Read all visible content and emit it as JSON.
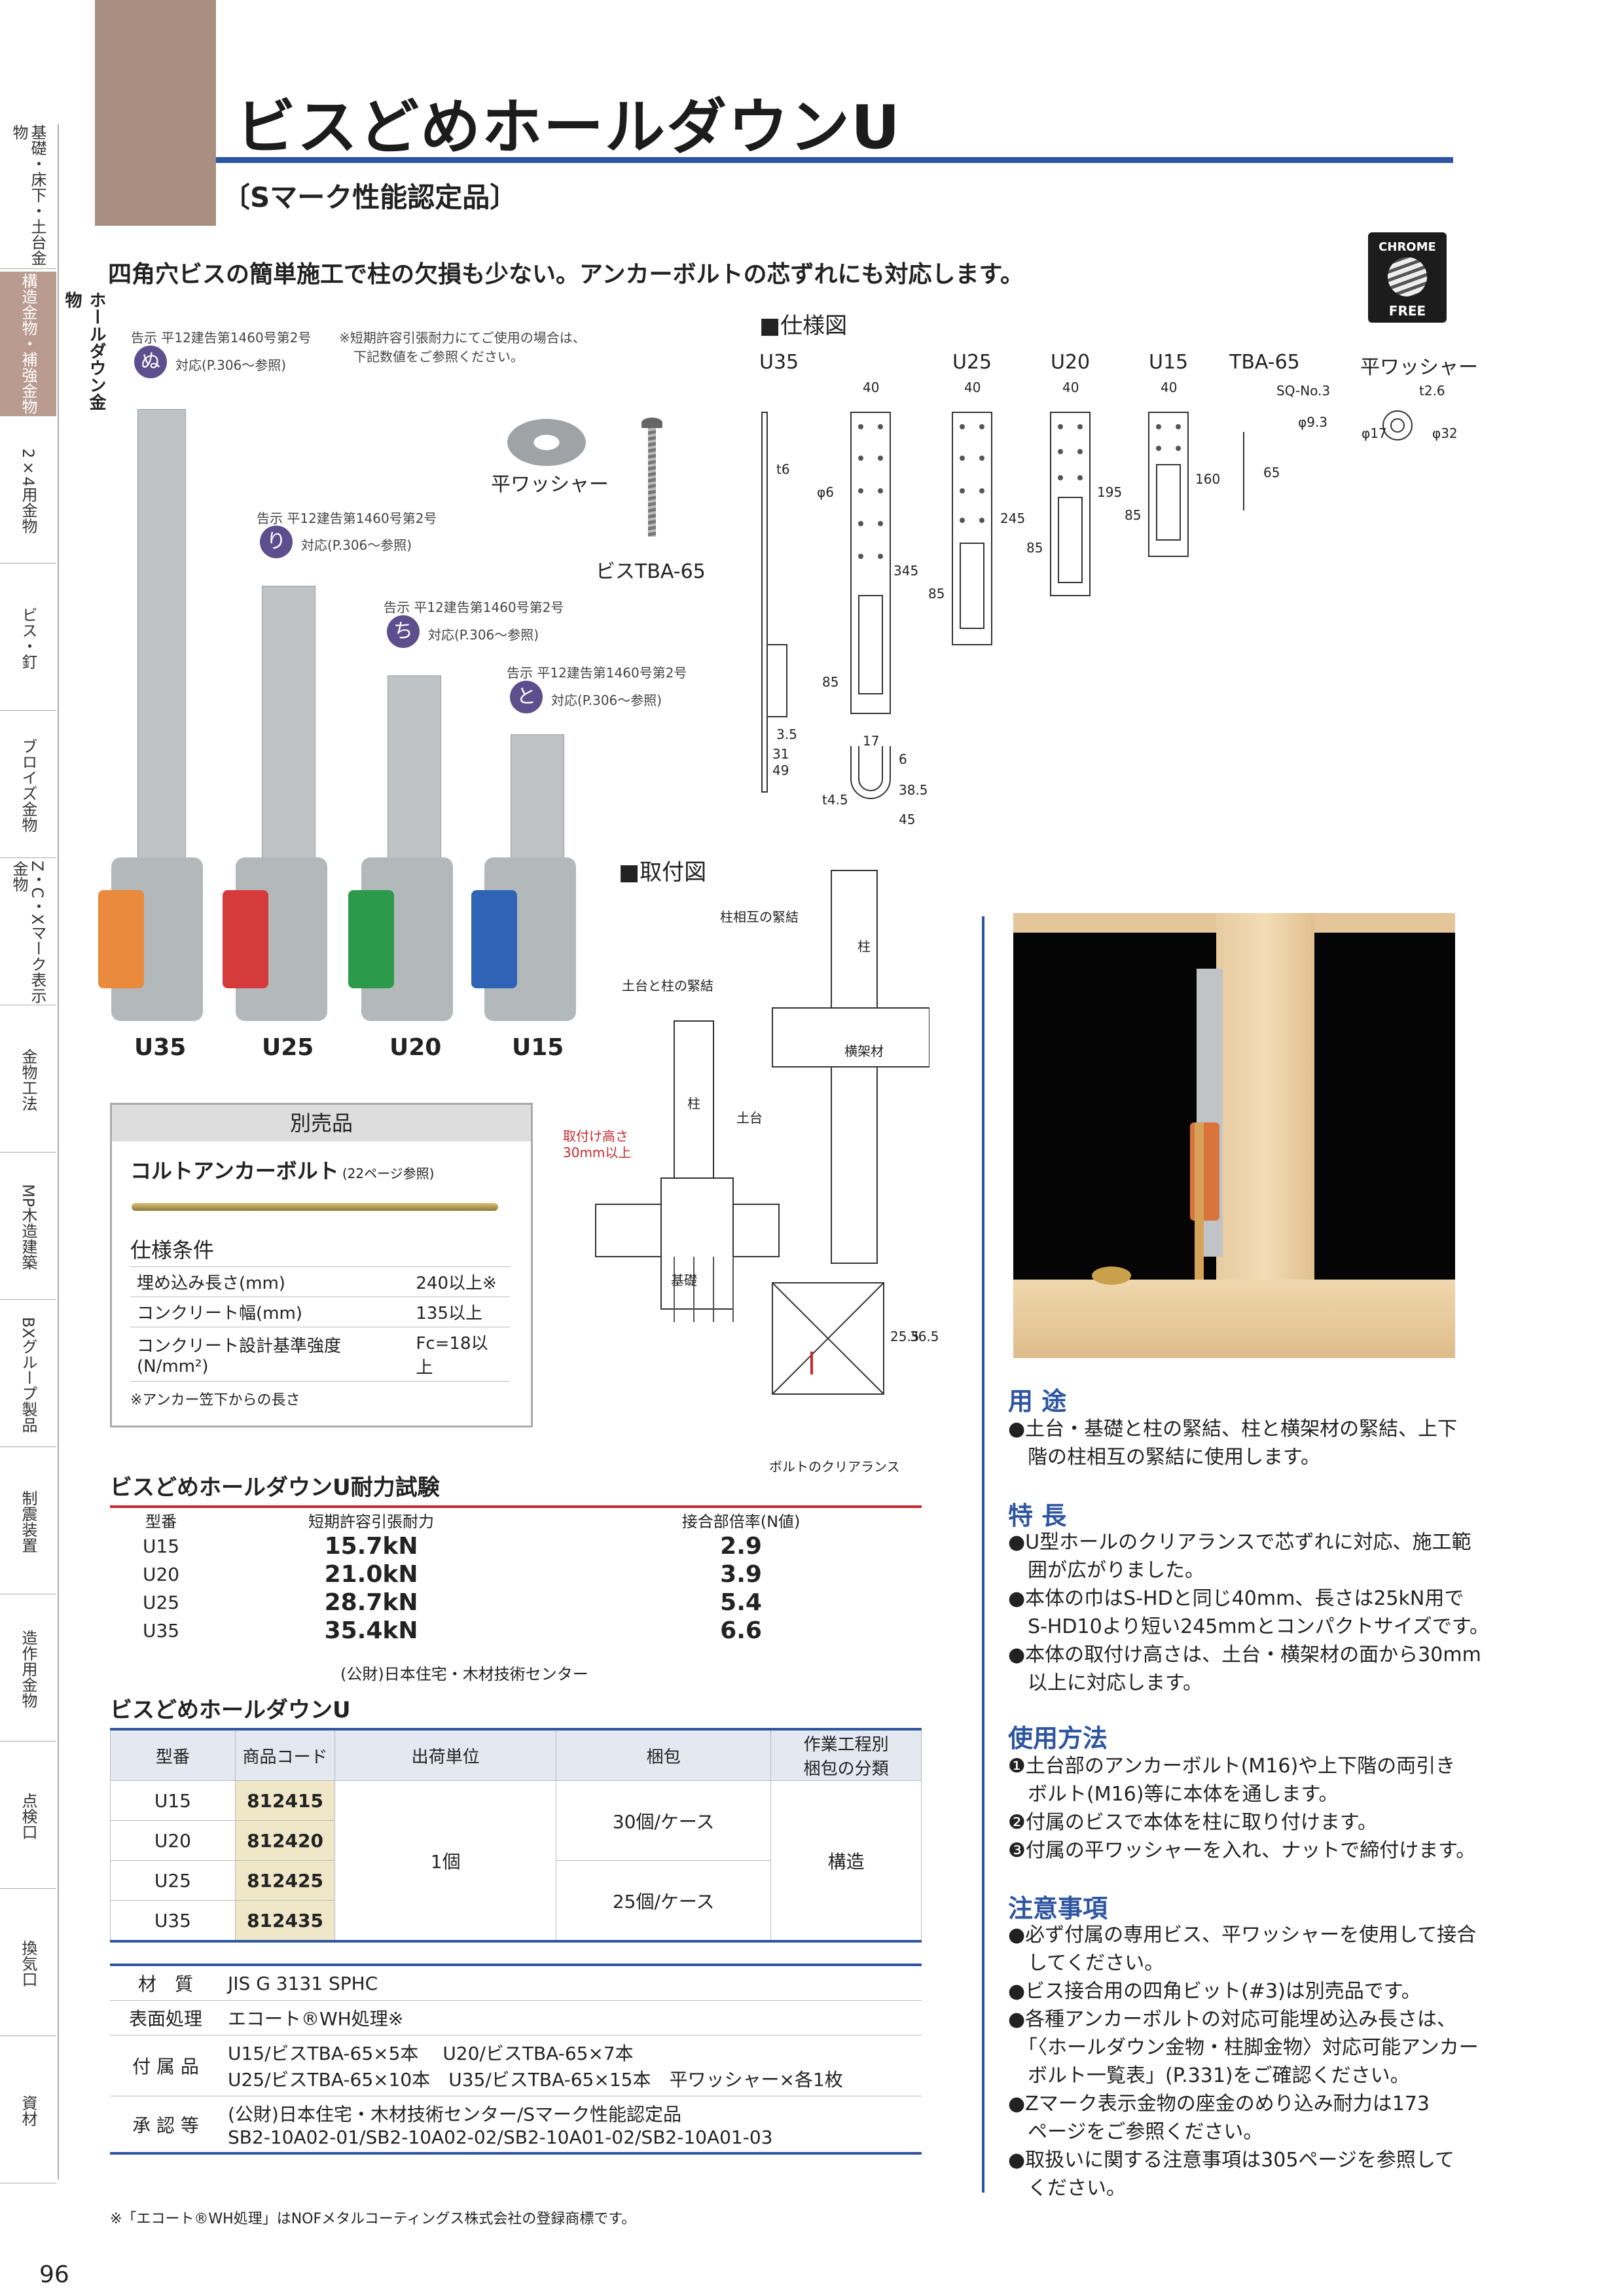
{
  "sidebar": {
    "tabs": [
      "基礎・床下・土台金物",
      "構造金物・補強金物",
      "2×4用金物",
      "ビス・釘",
      "ブロイズ金物",
      "Z・C・Xマーク表示金物",
      "金物工法",
      "MP木造建築",
      "BXグループ製品",
      "制震装置",
      "造作用金物",
      "点検口",
      "換気口",
      "資材"
    ],
    "subtab": "ホールダウン金物"
  },
  "header": {
    "title": "ビスどめホールダウンU",
    "subtitle": "〔Sマーク性能認定品〕",
    "lead": "四角穴ビスの簡単施工で柱の欠損も少ない。アンカーボルトの芯ずれにも対応します。"
  },
  "chrome_badge": {
    "top": "CHROME",
    "bottom": "FREE"
  },
  "notices": {
    "nu": {
      "line": "告示 平12建告第1460号第2号",
      "kana": "ぬ",
      "ref": "対応(P.306〜参照)"
    },
    "caution": [
      "※短期許容引張耐力にてご使用の場合は、",
      "下記数値をご参照ください。"
    ],
    "ri": {
      "line": "告示 平12建告第1460号第2号",
      "kana": "り",
      "ref": "対応(P.306〜参照)"
    },
    "chi": {
      "line": "告示 平12建告第1460号第2号",
      "kana": "ち",
      "ref": "対応(P.306〜参照)"
    },
    "to": {
      "line": "告示 平12建告第1460号第2号",
      "kana": "と",
      "ref": "対応(P.306〜参照)"
    }
  },
  "photo_labels": {
    "washer": "平ワッシャー",
    "screw": "ビスTBA-65",
    "models": [
      "U35",
      "U25",
      "U20",
      "U15"
    ]
  },
  "spec": {
    "heading": "■仕様図",
    "models": [
      "U35",
      "U25",
      "U20",
      "U15",
      "TBA-65",
      "平ワッシャー"
    ],
    "dims": {
      "w40": "40",
      "t6": "t6",
      "phi6": "φ6",
      "h345": "345",
      "h245": "245",
      "h195": "195",
      "h160": "160",
      "h85": "85",
      "d35": "3.5",
      "d31": "31",
      "d49": "49",
      "d17": "17",
      "d6": "6",
      "d385": "38.5",
      "d45": "45",
      "t45": "t4.5",
      "sq": "SQ-No.3",
      "phi93": "φ9.3",
      "l65": "65",
      "t26": "t2.6",
      "phi17": "φ17",
      "phi32": "φ32"
    }
  },
  "install": {
    "heading": "■取付図",
    "labels": {
      "col_col": "柱相互の緊結",
      "sill_col": "土台と柱の緊結",
      "col": "柱",
      "beam": "横架材",
      "sill": "土台",
      "foundation": "基礎",
      "height": "取付け高さ",
      "height2": "30mm以上",
      "clearance": "ボルトのクリアランス",
      "d255": "25.5",
      "d365": "36.5"
    }
  },
  "option": {
    "header": "別売品",
    "name": "コルトアンカーボルト",
    "ref": "(22ページ参照)",
    "cond_title": "仕様条件",
    "rows": [
      {
        "k": "埋め込み長さ(mm)",
        "v": "240以上※"
      },
      {
        "k": "コンクリート幅(mm)",
        "v": "135以上"
      },
      {
        "k": "コンクリート設計基準強度(N/mm²)",
        "v": "Fc=18以上"
      }
    ],
    "note": "※アンカー笠下からの長さ"
  },
  "strength": {
    "title": "ビスどめホールダウンU耐力試験",
    "headers": [
      "型番",
      "短期許容引張耐力",
      "接合部倍率(N値)"
    ],
    "rows": [
      {
        "model": "U15",
        "force": "15.7kN",
        "n": "2.9"
      },
      {
        "model": "U20",
        "force": "21.0kN",
        "n": "3.9"
      },
      {
        "model": "U25",
        "force": "28.7kN",
        "n": "5.4"
      },
      {
        "model": "U35",
        "force": "35.4kN",
        "n": "6.6"
      }
    ],
    "source": "(公財)日本住宅・木材技術センター"
  },
  "product": {
    "title": "ビスどめホールダウンU",
    "headers": [
      "型番",
      "商品コード",
      "出荷単位",
      "梱包",
      "作業工程別",
      "梱包の分類"
    ],
    "rows": [
      {
        "model": "U15",
        "code": "812415"
      },
      {
        "model": "U20",
        "code": "812420"
      },
      {
        "model": "U25",
        "code": "812425"
      },
      {
        "model": "U35",
        "code": "812435"
      }
    ],
    "unit": "1個",
    "pack_a": "30個/ケース",
    "pack_b": "25個/ケース",
    "class": "構造"
  },
  "material": {
    "rows": [
      {
        "k": "材　質",
        "v": [
          "JIS G 3131 SPHC"
        ]
      },
      {
        "k": "表面処理",
        "v": [
          "エコート®WH処理※"
        ]
      },
      {
        "k": "付 属 品",
        "v": [
          "U15/ビスTBA-65×5本　 U20/ビスTBA-65×7本",
          "U25/ビスTBA-65×10本　U35/ビスTBA-65×15本　平ワッシャー×各1枚"
        ]
      },
      {
        "k": "承 認 等",
        "v": [
          "(公財)日本住宅・木材技術センター/Sマーク性能認定品",
          "SB2-10A02-01/SB2-10A02-02/SB2-10A01-02/SB2-10A01-03"
        ]
      }
    ]
  },
  "right": {
    "use_title": "用 途",
    "use": [
      "●土台・基礎と柱の緊結、柱と横架材の緊結、上下",
      "　階の柱相互の緊結に使用します。"
    ],
    "feat_title": "特 長",
    "feat": [
      "●U型ホールのクリアランスで芯ずれに対応、施工範",
      "　囲が広がりました。",
      "●本体の巾はS-HDと同じ40mm、長さは25kN用で",
      "　S-HD10より短い245mmとコンパクトサイズです。",
      "●本体の取付け高さは、土台・横架材の面から30mm",
      "　以上に対応します。"
    ],
    "how_title": "使用方法",
    "how": [
      "❶土台部のアンカーボルト(M16)や上下階の両引き",
      "　ボルト(M16)等に本体を通します。",
      "❷付属のビスで本体を柱に取り付けます。",
      "❸付属の平ワッシャーを入れ、ナットで締付けます。"
    ],
    "caution_title": "注意事項",
    "caution": [
      "●必ず付属の専用ビス、平ワッシャーを使用して接合",
      "　してください。",
      "●ビス接合用の四角ビット(#3)は別売品です。",
      "●各種アンカーボルトの対応可能埋め込み長さは、",
      "　「〈ホールダウン金物・柱脚金物〉対応可能アンカー",
      "　ボルト一覧表」(P.331)をご確認ください。",
      "●Zマーク表示金物の座金のめり込み耐力は173",
      "　ページをご参照ください。",
      "●取扱いに関する注意事項は305ページを参照して",
      "　ください。"
    ]
  },
  "footnote": "※「エコート®WH処理」はNOFメタルコーティングス株式会社の登録商標です。",
  "page_number": "96",
  "colors": {
    "accent_blue": "#2e55a0",
    "brown": "#a98e82",
    "red": "#c8282d",
    "code_bg": "#efe7c8"
  }
}
